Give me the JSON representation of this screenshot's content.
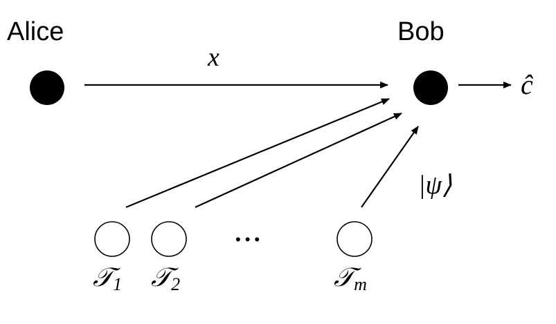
{
  "nodes": {
    "alice": {
      "label": "Alice"
    },
    "bob": {
      "label": "Bob"
    },
    "terminals": [
      {
        "symbol": "𝒯",
        "subscript": "1"
      },
      {
        "symbol": "𝒯",
        "subscript": "2"
      },
      {
        "symbol": "𝒯",
        "subscript": "m"
      }
    ],
    "ellipsis": "•••"
  },
  "edges": {
    "message_label": "x",
    "state_label": "|ψ⟩",
    "output_label": "ĉ"
  },
  "colors": {
    "ink": "#000000",
    "background": "#ffffff"
  }
}
